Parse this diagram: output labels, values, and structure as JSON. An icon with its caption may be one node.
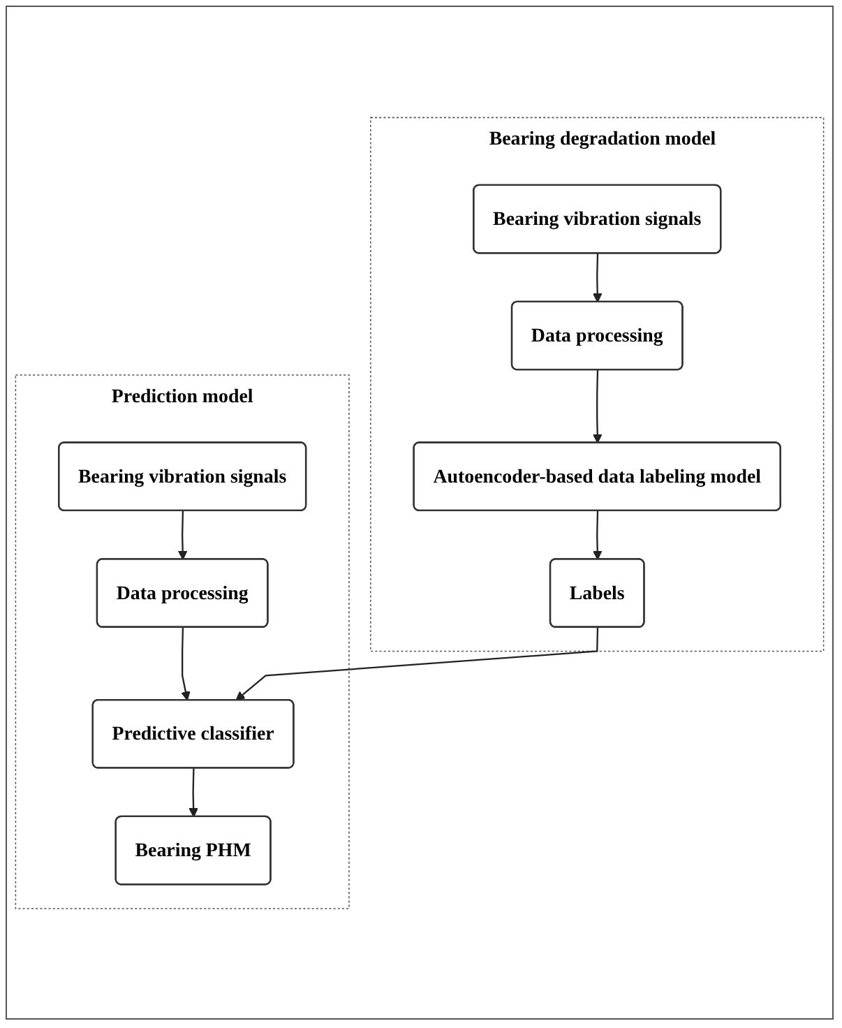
{
  "diagram": {
    "nodes": [
      {
        "text": [
          "Bearing degradation model"
        ]
      },
      {
        "text": [
          "Bearing vibration signals"
        ],
        "in": 0
      },
      {
        "text": [
          "Data processing"
        ],
        "in": 0
      },
      {
        "text": [
          "Autoencoder-based data labeling model"
        ],
        "in": 0
      },
      {
        "text": [
          "Labels"
        ],
        "in": 0
      },
      {
        "text": [
          "Prediction model"
        ]
      },
      {
        "text": [
          "Bearing vibration signals"
        ],
        "in": 5
      },
      {
        "text": [
          "Data processing"
        ],
        "in": 5
      },
      {
        "text": [
          "Predictive classifier"
        ],
        "in": 5
      },
      {
        "text": [
          "Bearing PHM"
        ],
        "in": 5
      }
    ],
    "edges": [
      {
        "from": 1,
        "to": 2,
        "arrow": "to"
      },
      {
        "from": 2,
        "to": 3,
        "arrow": "to"
      },
      {
        "from": 3,
        "to": 4,
        "arrow": "to"
      },
      {
        "from": 6,
        "to": 7,
        "arrow": "to"
      },
      {
        "from": 7,
        "to": 8,
        "arrow": "to"
      },
      {
        "from": 8,
        "to": 9,
        "arrow": "to"
      },
      {
        "from": 4,
        "to": 8,
        "arrow": "to"
      }
    ]
  }
}
